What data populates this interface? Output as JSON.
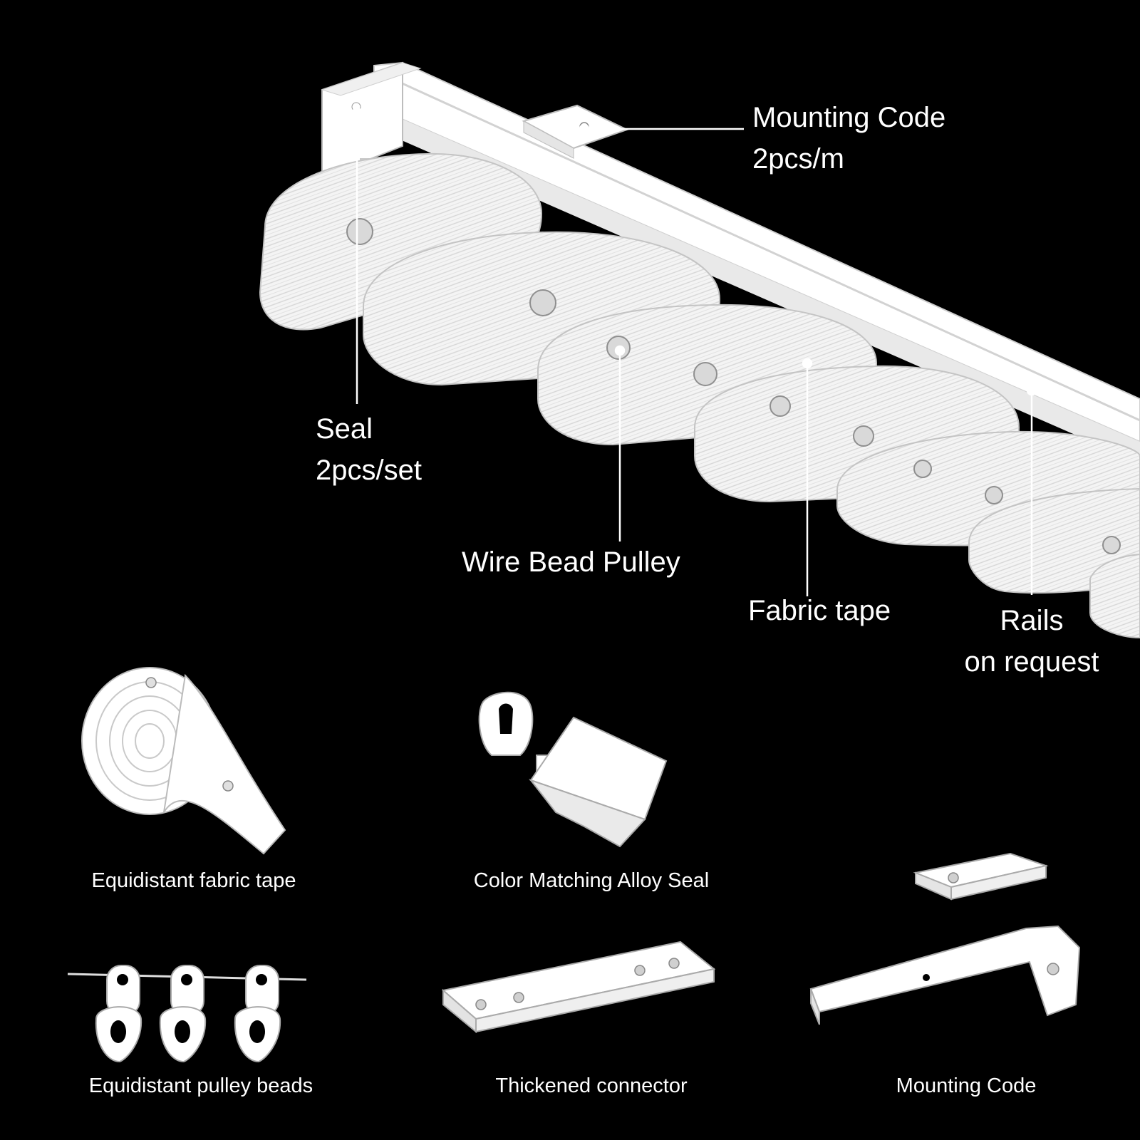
{
  "colors": {
    "background": "#000000",
    "product": "#ffffff",
    "text": "#ffffff"
  },
  "callouts": {
    "mounting_code": {
      "line1": "Mounting Code",
      "line2": "2pcs/m"
    },
    "seal": {
      "line1": "Seal",
      "line2": "2pcs/set"
    },
    "wire_bead_pulley": {
      "line1": "Wire Bead Pulley"
    },
    "fabric_tape": {
      "line1": "Fabric tape"
    },
    "rails": {
      "line1": "Rails",
      "line2": "on request"
    }
  },
  "accessories": {
    "equidistant_fabric_tape": "Equidistant fabric tape",
    "color_matching_alloy_seal": "Color Matching Alloy Seal",
    "equidistant_pulley_beads": "Equidistant pulley beads",
    "thickened_connector": "Thickened connector",
    "mounting_code": "Mounting Code"
  },
  "icons": [
    "curtain-track-illustration",
    "fabric-tape-roll-icon",
    "alloy-seal-icon",
    "pulley-beads-icon",
    "connector-plate-icon",
    "mounting-bracket-icon"
  ]
}
